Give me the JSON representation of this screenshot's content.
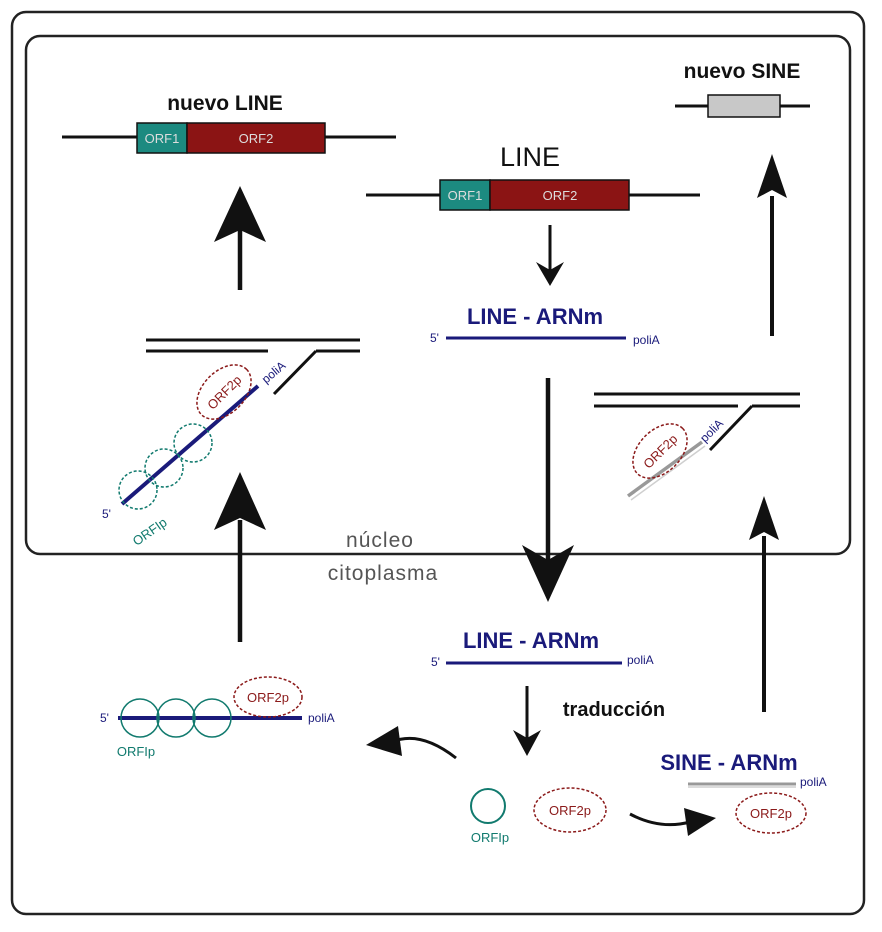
{
  "nodes": {
    "nuevo_line_title": "nuevo LINE",
    "nuevo_sine_title": "nuevo SINE",
    "line_title": "LINE",
    "orf1": "ORF1",
    "orf2": "ORF2",
    "line_arnm": "LINE - ARNm",
    "sine_arnm": "SINE - ARNm",
    "five_prime": "5'",
    "polia": "poliA",
    "orf2p": "ORF2p",
    "orf1p": "ORFIp",
    "nucleo": "núcleo",
    "citoplasma": "citoplasma",
    "traduccion": "traducción"
  },
  "colors": {
    "orf1_fill": "#1c8a80",
    "orf2_fill": "#8b1414",
    "navy": "#1a1a7a",
    "teal": "#117a6e",
    "red_outline": "#8b1a1a",
    "sine_box": "#c8c8c8",
    "sine_strand": "#999999"
  }
}
